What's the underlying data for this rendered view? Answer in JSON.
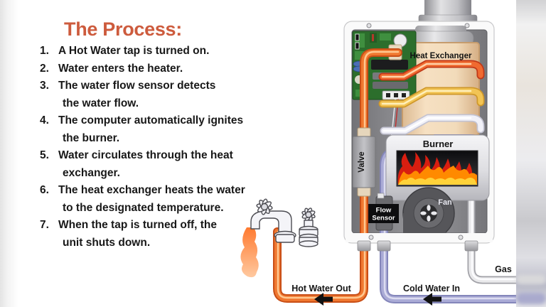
{
  "slide": {
    "title": "The Process:",
    "title_color": "#cd5b3d",
    "text_color": "#181818",
    "lines": [
      {
        "marker": "1.",
        "text": "A Hot Water tap is turned on."
      },
      {
        "marker": "2.",
        "text": "Water enters the heater."
      },
      {
        "marker": "3.",
        "text": "The water flow sensor detects"
      },
      {
        "marker": "",
        "text": "the water flow."
      },
      {
        "marker": "4.",
        "text": "The computer automatically ignites"
      },
      {
        "marker": "",
        "text": "the burner."
      },
      {
        "marker": "5.",
        "text": "Water circulates through the heat"
      },
      {
        "marker": "",
        "text": "exchanger."
      },
      {
        "marker": "6.",
        "text": "The heat exchanger heats the water"
      },
      {
        "marker": "",
        "text": "to the designated temperature."
      },
      {
        "marker": "7.",
        "text": "When the tap is turned off, the"
      },
      {
        "marker": "",
        "text": "unit shuts down."
      }
    ]
  },
  "diagram": {
    "labels": {
      "heat_exchanger": "Heat Exchanger",
      "burner": "Burner",
      "fan": "Fan",
      "valve": "Valve",
      "flow_sensor_line1": "Flow",
      "flow_sensor_line2": "Sensor",
      "hot_water_out": "Hot Water Out",
      "cold_water_in": "Cold Water In",
      "gas": "Gas"
    },
    "colors": {
      "hot_pipe": "#e8622a",
      "warm_pipe": "#efc251",
      "tempered_pipe": "#efeff7",
      "cold_pipe": "#a9aad5",
      "gas_pipe": "#ededef",
      "heat_exchanger_body": "#f0d7b4",
      "circuit_board": "#2c6e2c",
      "flame_red": "#d81e10",
      "flame_orange": "#ff8a00",
      "flame_yellow": "#ffd23a"
    }
  }
}
